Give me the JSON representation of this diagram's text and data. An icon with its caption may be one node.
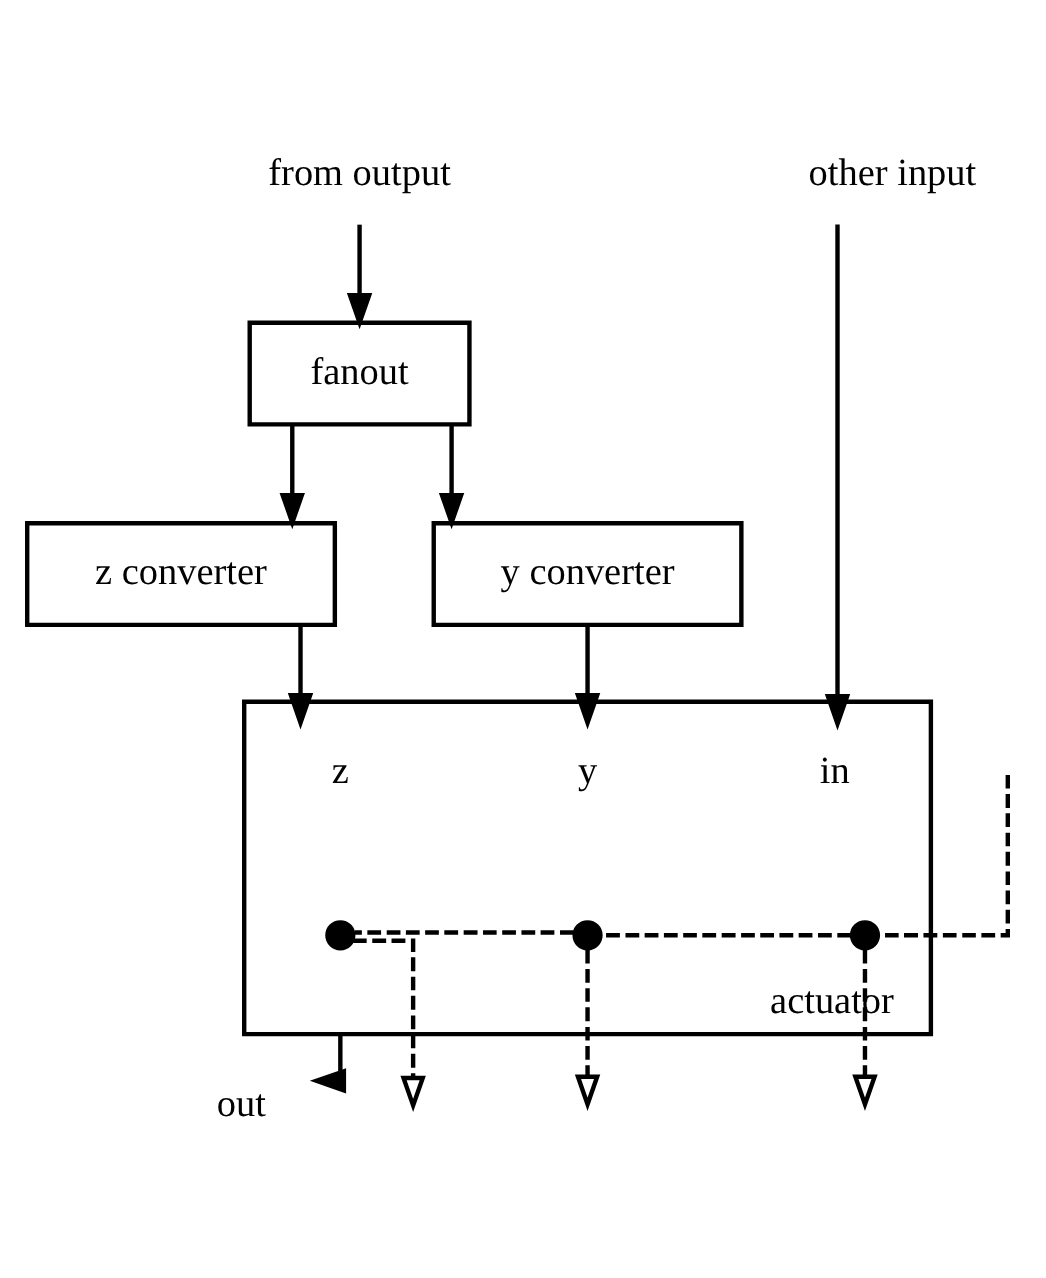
{
  "diagram": {
    "nodes": [
      {
        "text": [
          "from output"
        ]
      },
      {
        "text": [
          "other input"
        ]
      },
      {
        "text": [
          "fanout"
        ]
      },
      {
        "text": [
          "z converter"
        ]
      },
      {
        "text": [
          "y converter"
        ]
      },
      {
        "text": [
          "actuator"
        ]
      },
      {
        "text": [
          "z"
        ],
        "in": 5
      },
      {
        "text": [
          "y"
        ],
        "in": 5
      },
      {
        "text": [
          "in"
        ],
        "in": 5
      },
      {
        "text": [],
        "shape": "circle",
        "in": 5
      },
      {
        "text": [],
        "shape": "circle",
        "in": 5
      },
      {
        "text": [],
        "shape": "circle",
        "in": 5
      },
      {
        "text": [
          "out"
        ]
      }
    ],
    "edges": [
      {
        "from": 0,
        "to": 2,
        "arrow": "to"
      },
      {
        "from": 2,
        "to": 3,
        "arrow": "to"
      },
      {
        "from": 2,
        "to": 4,
        "arrow": "to"
      },
      {
        "from": 3,
        "to": 6,
        "arrow": "to"
      },
      {
        "from": 4,
        "to": 7,
        "arrow": "to"
      },
      {
        "from": 1,
        "to": 8,
        "arrow": "to"
      },
      {
        "from": null,
        "to": 11,
        "arrow": "none",
        "style": "dashed"
      },
      {
        "from": 11,
        "to": 10,
        "arrow": "none",
        "style": "dashed"
      },
      {
        "from": 10,
        "to": 9,
        "arrow": "none",
        "style": "dashed"
      },
      {
        "from": 9,
        "to": null,
        "arrow": "to",
        "style": "dashed"
      },
      {
        "from": 10,
        "to": null,
        "arrow": "to",
        "style": "dashed"
      },
      {
        "from": 11,
        "to": null,
        "arrow": "to",
        "style": "dashed"
      },
      {
        "from": 5,
        "to": 12,
        "arrow": "to"
      }
    ]
  }
}
